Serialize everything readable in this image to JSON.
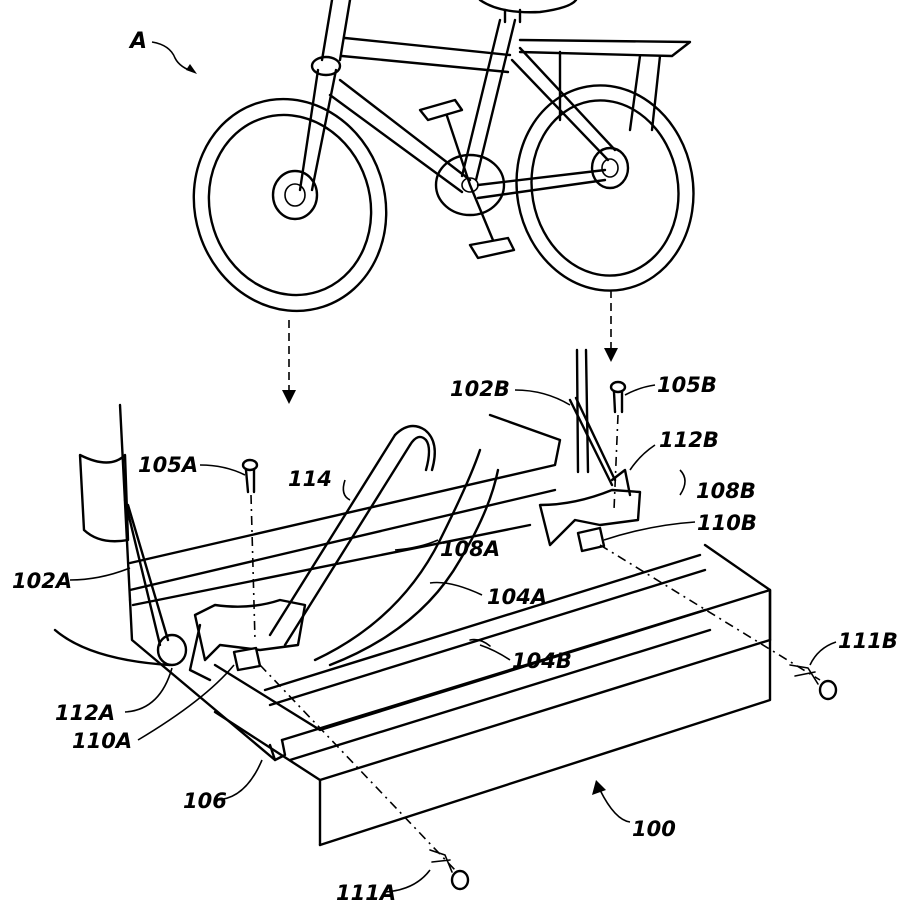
{
  "figure": {
    "labels": {
      "A": "A",
      "b102A": "102A",
      "b102B": "102B",
      "b104A": "104A",
      "b104B": "104B",
      "b105A": "105A",
      "b105B": "105B",
      "b106": "106",
      "b108A": "108A",
      "b108B": "108B",
      "b110A": "110A",
      "b110B": "110B",
      "b111A": "111A",
      "b111B": "111B",
      "b112A": "112A",
      "b112B": "112B",
      "b114": "114",
      "b100": "100"
    }
  }
}
